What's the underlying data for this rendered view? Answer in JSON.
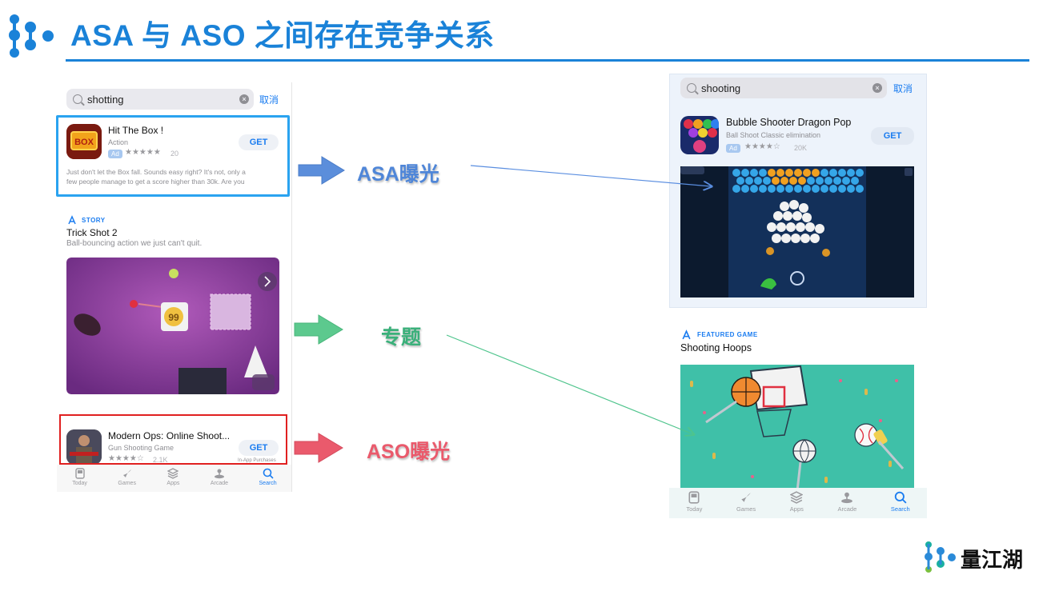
{
  "header": {
    "title": "ASA 与 ASO 之间存在竞争关系"
  },
  "colors": {
    "brand_blue": "#1a82d8",
    "ios_blue": "#1a7cf0",
    "asa_arrow": "#4f86d8",
    "topic_arrow": "#4ec48c",
    "aso_arrow": "#ea5a6c"
  },
  "left_phone": {
    "search_value": "shotting",
    "cancel": "取消",
    "ad_result": {
      "name": "Hit The Box !",
      "category": "Action",
      "ad": "Ad",
      "stars": "★★★★★",
      "count": "20",
      "get": "GET",
      "desc_line1": "Just don't let the Box fall. Sounds easy right? It's not, only a",
      "desc_line2": "few people manage to get a score higher than 30k. Are you"
    },
    "story": {
      "tag": "STORY",
      "title": "Trick Shot 2",
      "subtitle": "Ball-bouncing action we just can't quit."
    },
    "organic_result": {
      "name": "Modern Ops: Online Shoot...",
      "category": "Gun Shooting Game",
      "stars": "★★★★☆",
      "count": "2.1K",
      "get": "GET",
      "iap": "In-App Purchases"
    },
    "tabs": [
      {
        "label": "Today"
      },
      {
        "label": "Games"
      },
      {
        "label": "Apps"
      },
      {
        "label": "Arcade"
      },
      {
        "label": "Search"
      }
    ]
  },
  "right_phone": {
    "search_value": "shooting",
    "cancel": "取消",
    "ad_result": {
      "name": "Bubble Shooter Dragon Pop",
      "category": "Ball Shoot Classic elimination",
      "ad": "Ad",
      "stars": "★★★★☆",
      "count": "20K",
      "get": "GET"
    },
    "featured": {
      "tag": "FEATURED GAME",
      "title": "Shooting Hoops"
    },
    "tabs": [
      {
        "label": "Today"
      },
      {
        "label": "Games"
      },
      {
        "label": "Apps"
      },
      {
        "label": "Arcade"
      },
      {
        "label": "Search"
      }
    ]
  },
  "labels": {
    "asa": "ASA曝光",
    "topic": "专题",
    "aso": "ASO曝光"
  },
  "footer": {
    "brand": "量江湖"
  }
}
